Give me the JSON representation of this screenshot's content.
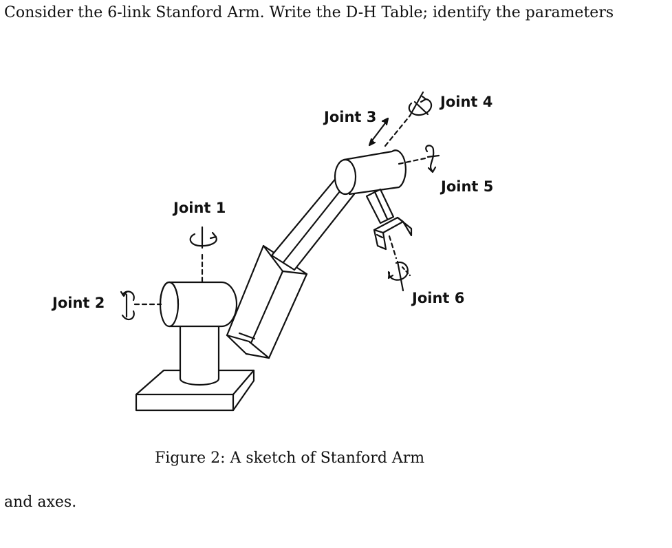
{
  "question": {
    "line1": "Consider the 6-link Stanford Arm. Write the D-H Table; identify the parameters",
    "line2": "and axes."
  },
  "figure": {
    "caption": "Figure 2: A sketch of Stanford Arm",
    "joint_labels": {
      "joint1": "Joint 1",
      "joint2": "Joint 2",
      "joint3": "Joint 3",
      "joint4": "Joint 4",
      "joint5": "Joint 5",
      "joint6": "Joint 6"
    }
  }
}
